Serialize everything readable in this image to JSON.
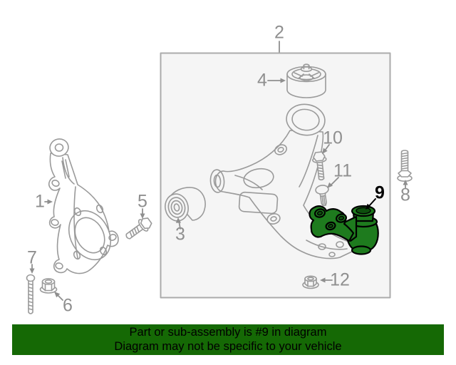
{
  "colors": {
    "background": "#ffffff",
    "line": "#9a9a9a",
    "label": "#8f8f8f",
    "label-hl": "#000000",
    "highlight": "#1e7b1e",
    "highlight-dark": "#0d4f0d",
    "highlight-outline": "#000000",
    "box-fill": "#f5f5f5",
    "box-border": "#ababab",
    "banner-bg": "#156905",
    "banner-text": "#000000"
  },
  "diagram": {
    "highlighted_callout": "9",
    "callouts": [
      {
        "label": "1",
        "highlighted": false
      },
      {
        "label": "2",
        "highlighted": false
      },
      {
        "label": "3",
        "highlighted": false
      },
      {
        "label": "4",
        "highlighted": false
      },
      {
        "label": "5",
        "highlighted": false
      },
      {
        "label": "6",
        "highlighted": false
      },
      {
        "label": "7",
        "highlighted": false
      },
      {
        "label": "8",
        "highlighted": false
      },
      {
        "label": "9",
        "highlighted": true
      },
      {
        "label": "10",
        "highlighted": false
      },
      {
        "label": "11",
        "highlighted": false
      },
      {
        "label": "12",
        "highlighted": false
      }
    ]
  },
  "banner": {
    "line1": "Part or sub-assembly is #9 in diagram",
    "line2": "Diagram may not be specific to your vehicle"
  }
}
